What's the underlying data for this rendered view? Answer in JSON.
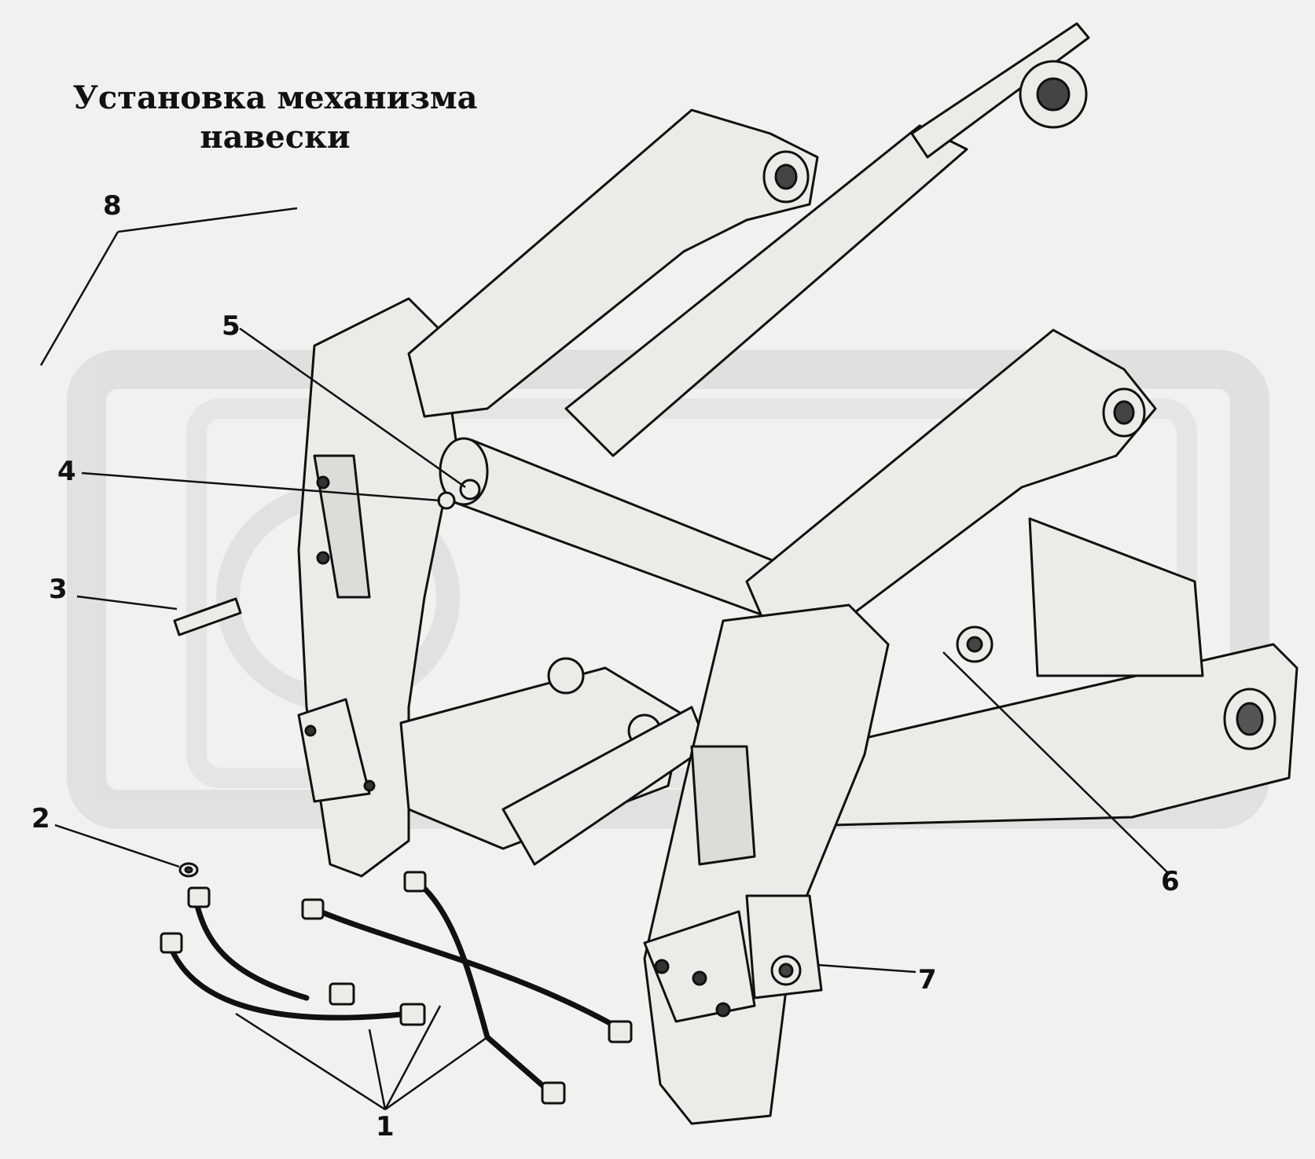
{
  "title": {
    "line1": "Установка механизма",
    "line2": "навески"
  },
  "callouts": [
    {
      "id": "c1",
      "label": "1"
    },
    {
      "id": "c2",
      "label": "2"
    },
    {
      "id": "c3",
      "label": "3"
    },
    {
      "id": "c4",
      "label": "4"
    },
    {
      "id": "c5",
      "label": "5"
    },
    {
      "id": "c6",
      "label": "6"
    },
    {
      "id": "c7",
      "label": "7"
    },
    {
      "id": "c8",
      "label": "8"
    }
  ],
  "colors": {
    "background": "#f1f1ef",
    "ink": "#111111",
    "part_fill": "#ecebe7",
    "watermark": "#d6d6d4"
  }
}
